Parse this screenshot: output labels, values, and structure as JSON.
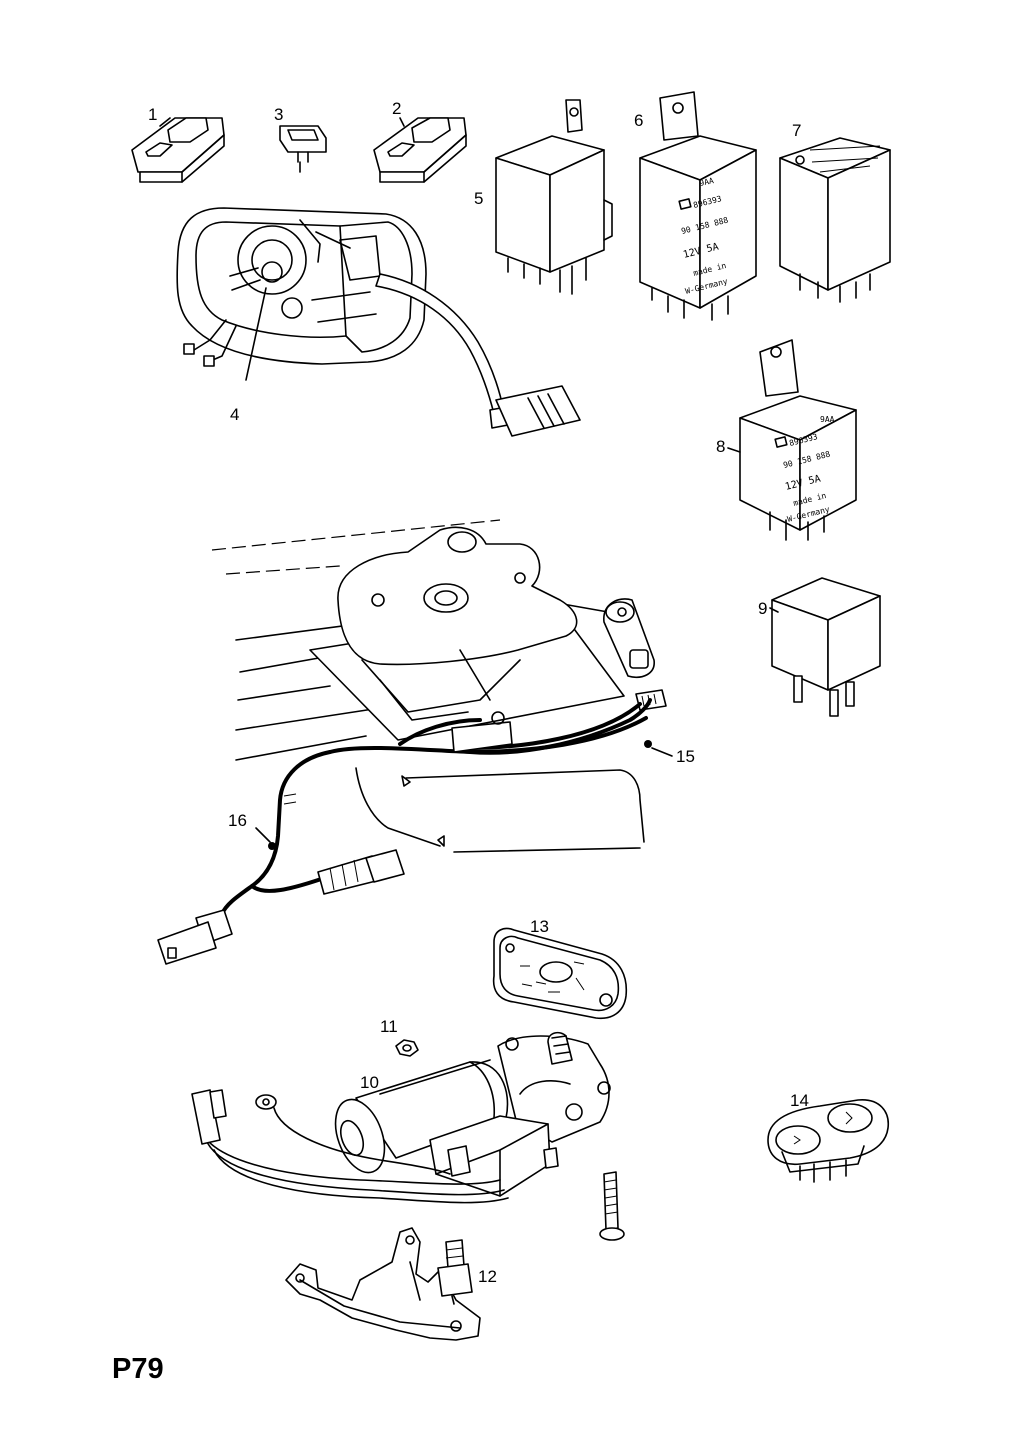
{
  "page_code": "P79",
  "callouts": [
    "1",
    "2",
    "3",
    "4",
    "5",
    "6",
    "7",
    "8",
    "9",
    "10",
    "11",
    "12",
    "13",
    "14",
    "15",
    "16"
  ],
  "relay_6_text": {
    "line1": "896393",
    "line2": "90 158 888",
    "line3": "12V   5A",
    "line4": "made in",
    "line5": "W-Germany"
  },
  "relay_8_text": {
    "line1": "896393",
    "line2": "90 158 888",
    "line3": "12V   5A",
    "line4": "made in",
    "line5": "W-Germany"
  }
}
